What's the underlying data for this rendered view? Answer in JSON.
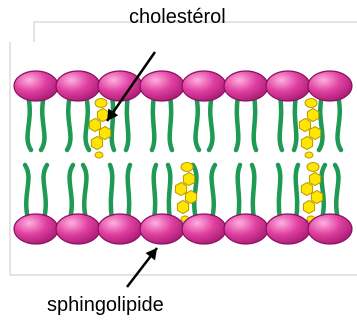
{
  "labels": {
    "top": "cholestérol",
    "bottom": "sphingolipide"
  },
  "colors": {
    "head_fill": "#e040a0",
    "head_highlight": "#ffb0e0",
    "head_stroke": "#8a1060",
    "tail": "#1f9a55",
    "cholesterol_fill": "#ffe600",
    "cholesterol_stroke": "#b89a00",
    "arrow": "#000000",
    "frame": "#c8c8c8"
  },
  "bilayer": {
    "heads_per_leaflet": 8,
    "cholesterol_upper_positions": [
      3,
      8
    ],
    "cholesterol_lower_positions": [
      5,
      8
    ]
  }
}
